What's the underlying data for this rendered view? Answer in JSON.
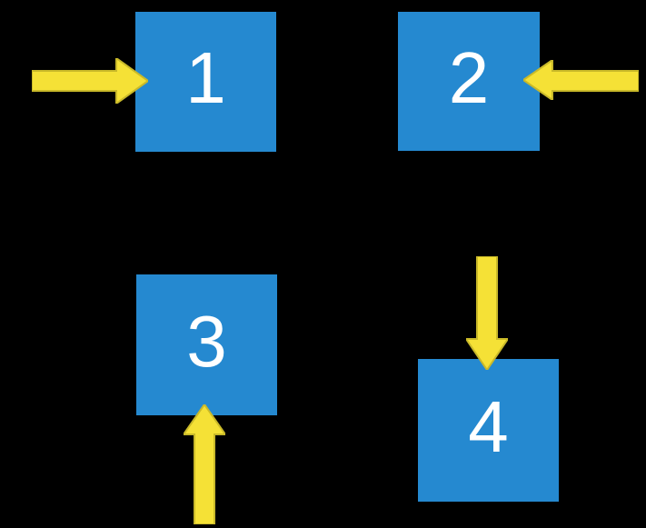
{
  "squares": [
    {
      "label": "1",
      "arrow": {
        "direction": "right",
        "position": "left-of-square",
        "description": "yellow arrow pointing right into the left side of square 1"
      }
    },
    {
      "label": "2",
      "arrow": {
        "direction": "left",
        "position": "right-of-square",
        "description": "yellow arrow pointing left into the right side of square 2"
      }
    },
    {
      "label": "3",
      "arrow": {
        "direction": "up",
        "position": "below-square",
        "description": "yellow arrow pointing up into the bottom of square 3"
      }
    },
    {
      "label": "4",
      "arrow": {
        "direction": "down",
        "position": "above-square",
        "description": "yellow arrow pointing down into the top of square 4"
      }
    }
  ],
  "colors": {
    "bg": "#000000",
    "square": "#2589D0",
    "arrow": "#F5E136",
    "arrow-outline": "#C9B929",
    "label": "#FFFFFF"
  }
}
